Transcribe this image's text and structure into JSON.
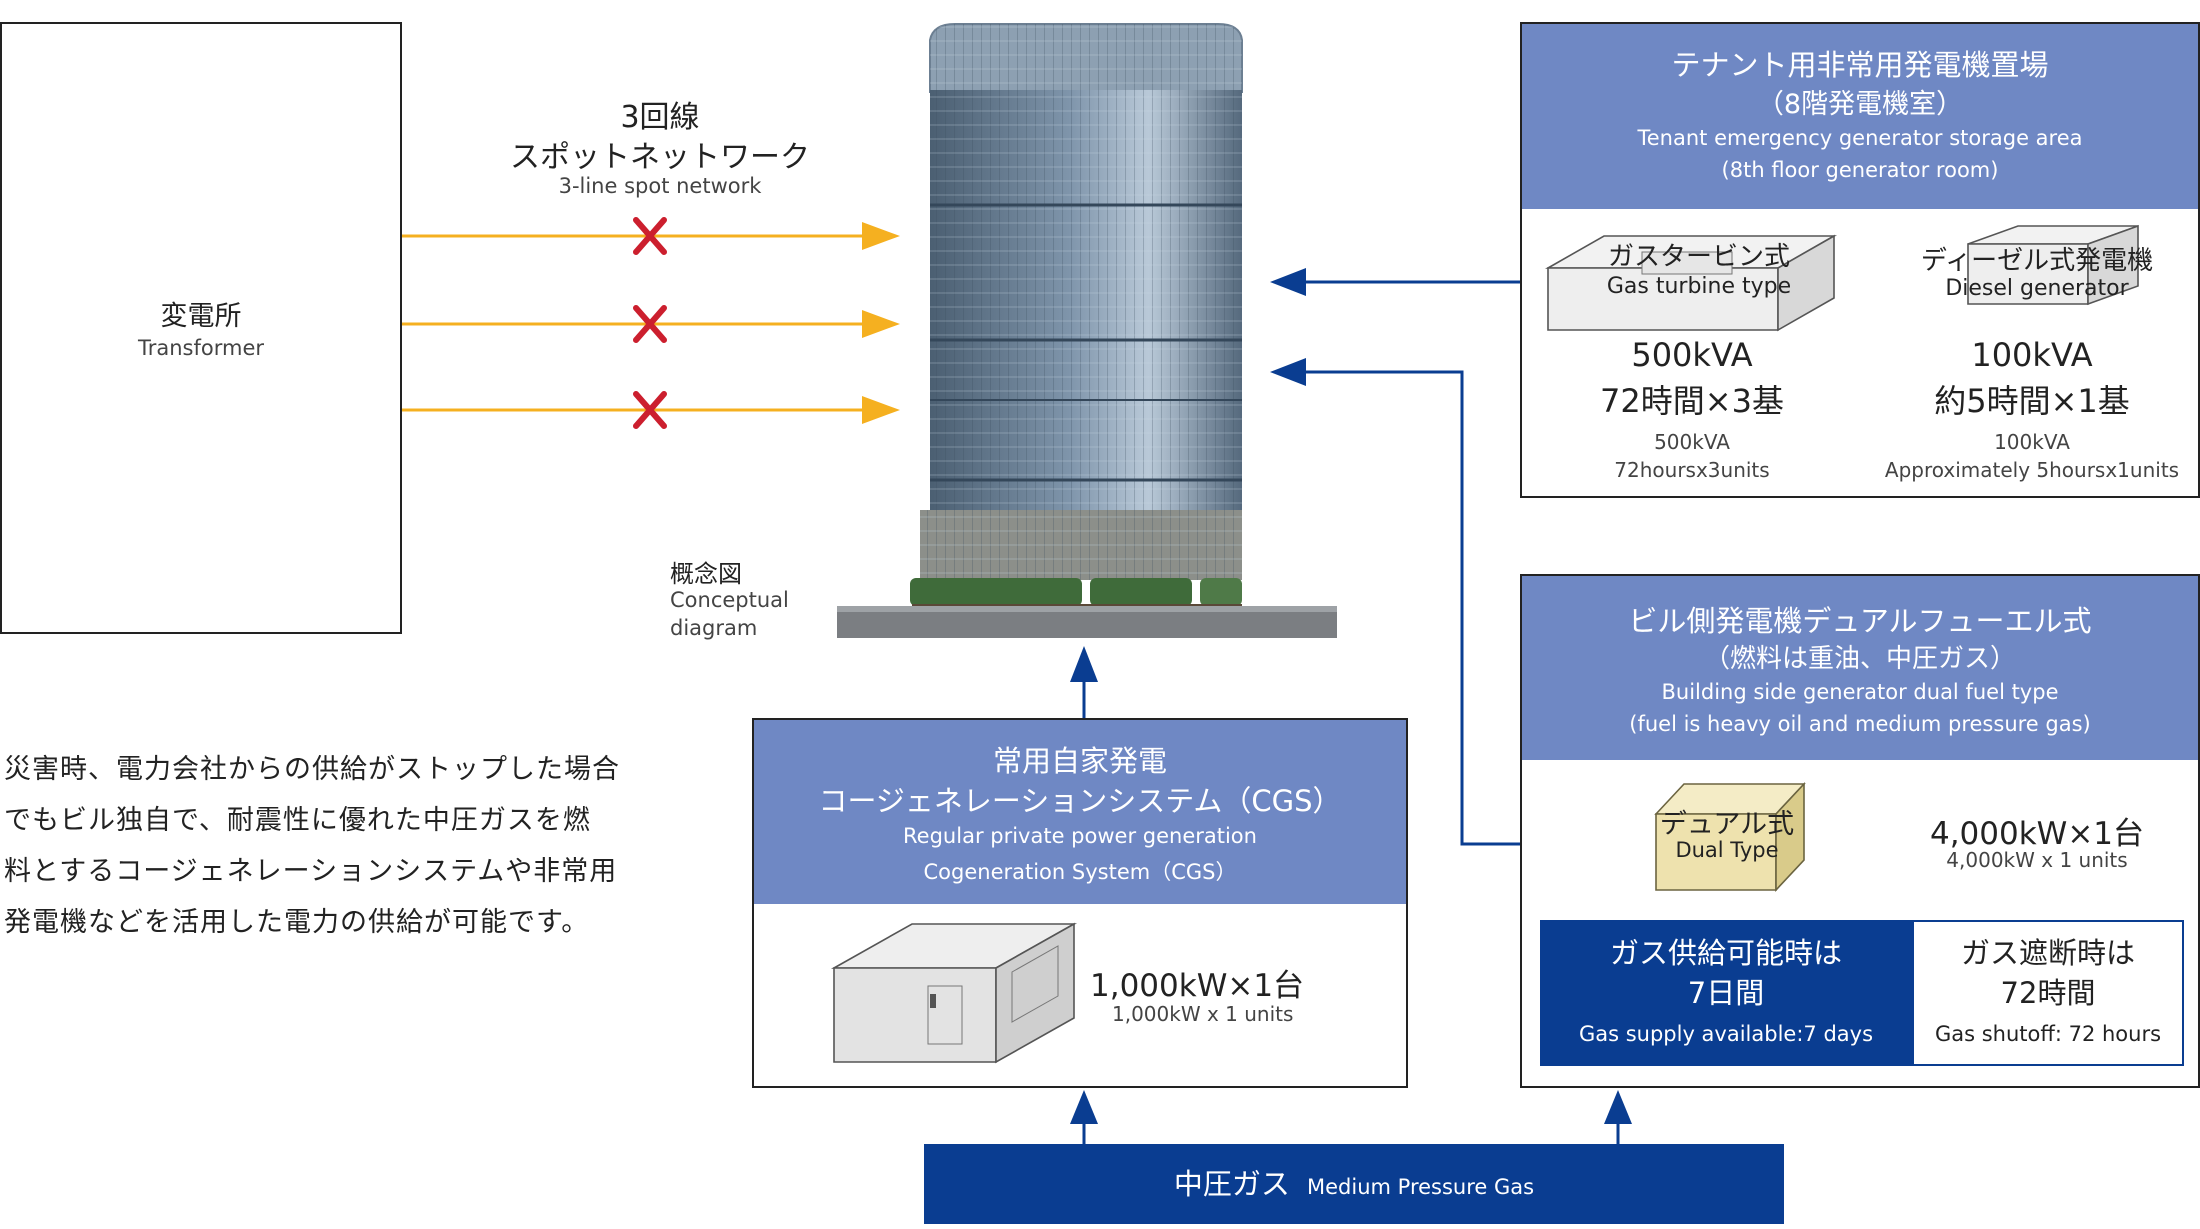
{
  "transformer": {
    "jp": "変電所",
    "en": "Transformer"
  },
  "spot_network": {
    "jp1": "3回線",
    "jp2": "スポットネットワーク",
    "en": "3-line spot network"
  },
  "concept": {
    "jp": "概念図",
    "en1": "Conceptual",
    "en2": "diagram"
  },
  "description": [
    "災害時、電力会社からの供給がストップした場合",
    "でもビル独自で、耐震性に優れた中圧ガスを燃",
    "料とするコージェネレーションシステムや非常用",
    "発電機などを活用した電力の供給が可能です。"
  ],
  "tenant": {
    "jp1": "テナント用非常用発電機置場",
    "jp2": "（8階発電機室）",
    "en1": "Tenant emergency generator storage area",
    "en2": "(8th floor generator room)",
    "gas": {
      "jp": "ガスタービン式",
      "en": "Gas turbine type",
      "spec1": "500kVA",
      "spec2": "72時間×3基",
      "en_spec1": "500kVA",
      "en_spec2": "72hoursx3units"
    },
    "diesel": {
      "jp": "ディーゼル式発電機",
      "en": "Diesel generator",
      "spec1": "100kVA",
      "spec2": "約5時間×1基",
      "en_spec1": "100kVA",
      "en_spec2": "Approximately 5hoursx1units"
    }
  },
  "building_gen": {
    "jp1": "ビル側発電機デュアルフューエル式",
    "jp2": "（燃料は重油、中圧ガス）",
    "en1": "Building side generator dual fuel type",
    "en2": "(fuel is heavy oil and medium pressure gas)",
    "dual_jp": "デュアル式",
    "dual_en": "Dual Type",
    "spec": "4,000kW×1台",
    "spec_en": "4,000kW x 1 units",
    "avail_jp1": "ガス供給可能時は",
    "avail_jp2": "7日間",
    "avail_en": "Gas supply available:7 days",
    "shut_jp1": "ガス遮断時は",
    "shut_jp2": "72時間",
    "shut_en": "Gas shutoff: 72 hours"
  },
  "cgs": {
    "jp1": "常用自家発電",
    "jp2": "コージェネレーションシステム（CGS）",
    "en1": "Regular private power generation",
    "en2": "Cogeneration System（CGS）",
    "spec": "1,000kW×1台",
    "spec_en": "1,000kW x 1 units"
  },
  "gas_supply": {
    "jp": "中圧ガス",
    "en": "Medium Pressure Gas"
  },
  "colors": {
    "header": "#6f88c4",
    "navy": "#0a3d91",
    "orange": "#f5b020",
    "cross": "#cc1f2e"
  }
}
